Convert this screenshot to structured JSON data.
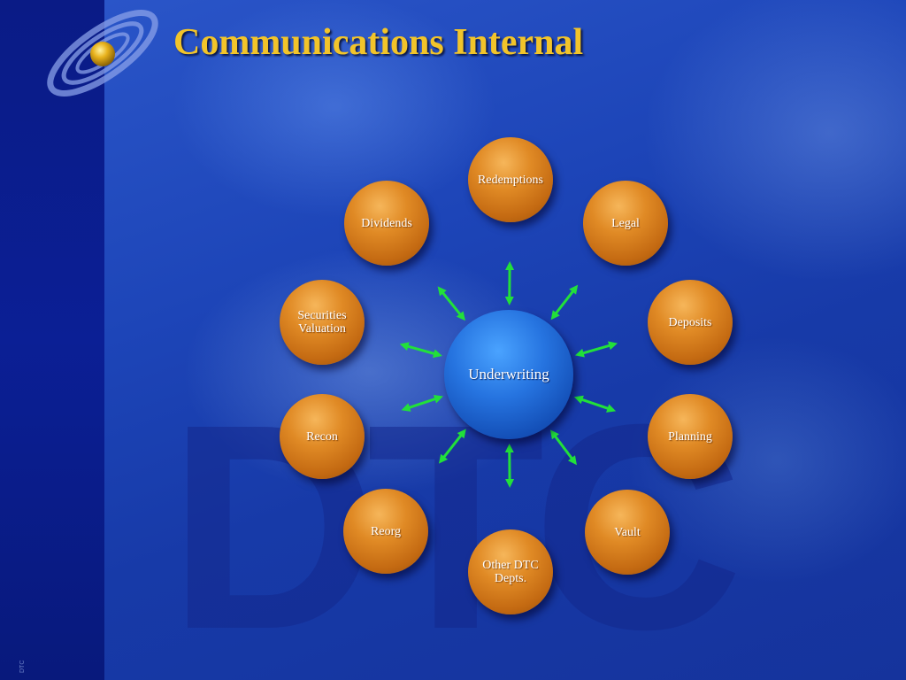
{
  "title": "Communications Internal",
  "footer": "DTC",
  "watermark": "DTC",
  "colors": {
    "title": "#f2c42a",
    "node_orange": "#e08a25",
    "center_blue": "#2674e0",
    "arrow": "#22e03a"
  },
  "center": {
    "label": "Underwriting"
  },
  "nodes": [
    {
      "id": "redemptions",
      "label": "Redemptions"
    },
    {
      "id": "legal",
      "label": "Legal"
    },
    {
      "id": "deposits",
      "label": "Deposits"
    },
    {
      "id": "planning",
      "label": "Planning"
    },
    {
      "id": "vault",
      "label": "Vault"
    },
    {
      "id": "other-dtc-depts",
      "label": "Other DTC\nDepts."
    },
    {
      "id": "reorg",
      "label": "Reorg"
    },
    {
      "id": "recon",
      "label": "Recon"
    },
    {
      "id": "securities-valuation",
      "label": "Securities\nValuation"
    },
    {
      "id": "dividends",
      "label": "Dividends"
    }
  ]
}
